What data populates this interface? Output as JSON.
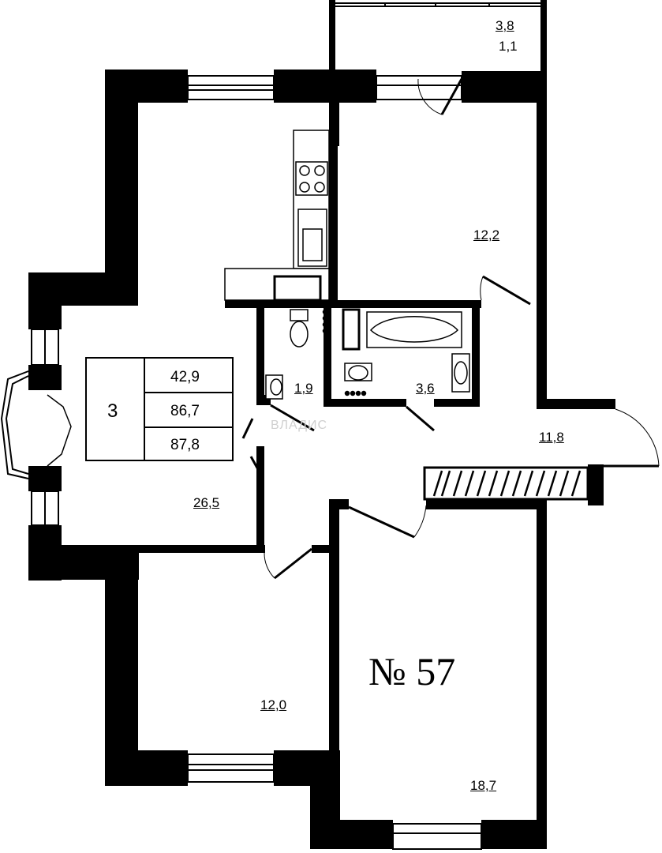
{
  "apartment": {
    "number_label": "№ 57",
    "rooms_count": "3",
    "areas": [
      "42,9",
      "86,7",
      "87,8"
    ]
  },
  "rooms": {
    "balcony_top": "3,8",
    "balcony_bottom": "1,1",
    "bedroom_ne": "12,2",
    "living_kitchen": "26,5",
    "wc": "1,9",
    "bathroom": "3,6",
    "hall": "11,8",
    "bedroom_sw": "12,0",
    "bedroom_se": "18,7"
  },
  "watermark": "ВЛАДИС",
  "colors": {
    "wall": "#000000",
    "background": "#ffffff",
    "watermark": "#d0d0d0"
  }
}
